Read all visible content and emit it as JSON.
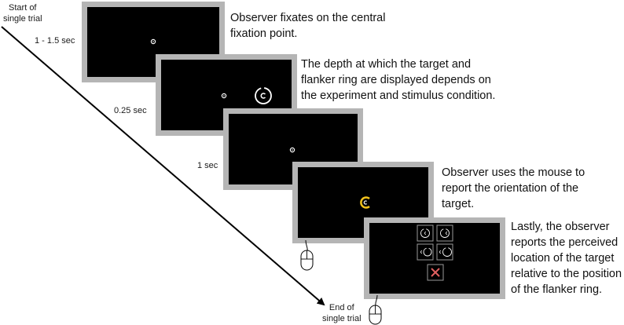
{
  "timeline": {
    "start_label": "Start of\nsingle trial",
    "end_label": "End of\nsingle trial",
    "durations": [
      "1 - 1.5 sec",
      "0.25 sec",
      "1 sec"
    ]
  },
  "descriptions": [
    "Observer fixates on the central fixation point.",
    "The depth at which the target and flanker ring are displayed depends on the experiment and stimulus condition.",
    "Observer uses the mouse to report the orientation of the target.",
    "Lastly, the observer reports the perceived location of the target relative to the position of the flanker ring."
  ],
  "colors": {
    "screen_bg": "#000000",
    "screen_frame": "#b5b5b5",
    "stimulus": "#ffffff",
    "response_ring": "#f2c21b",
    "cancel_cross": "#e06060"
  },
  "icons": [
    "fixation-point-icon",
    "target-ring-icon",
    "flanker-ring-icon",
    "mouse-icon",
    "cancel-x-icon"
  ]
}
